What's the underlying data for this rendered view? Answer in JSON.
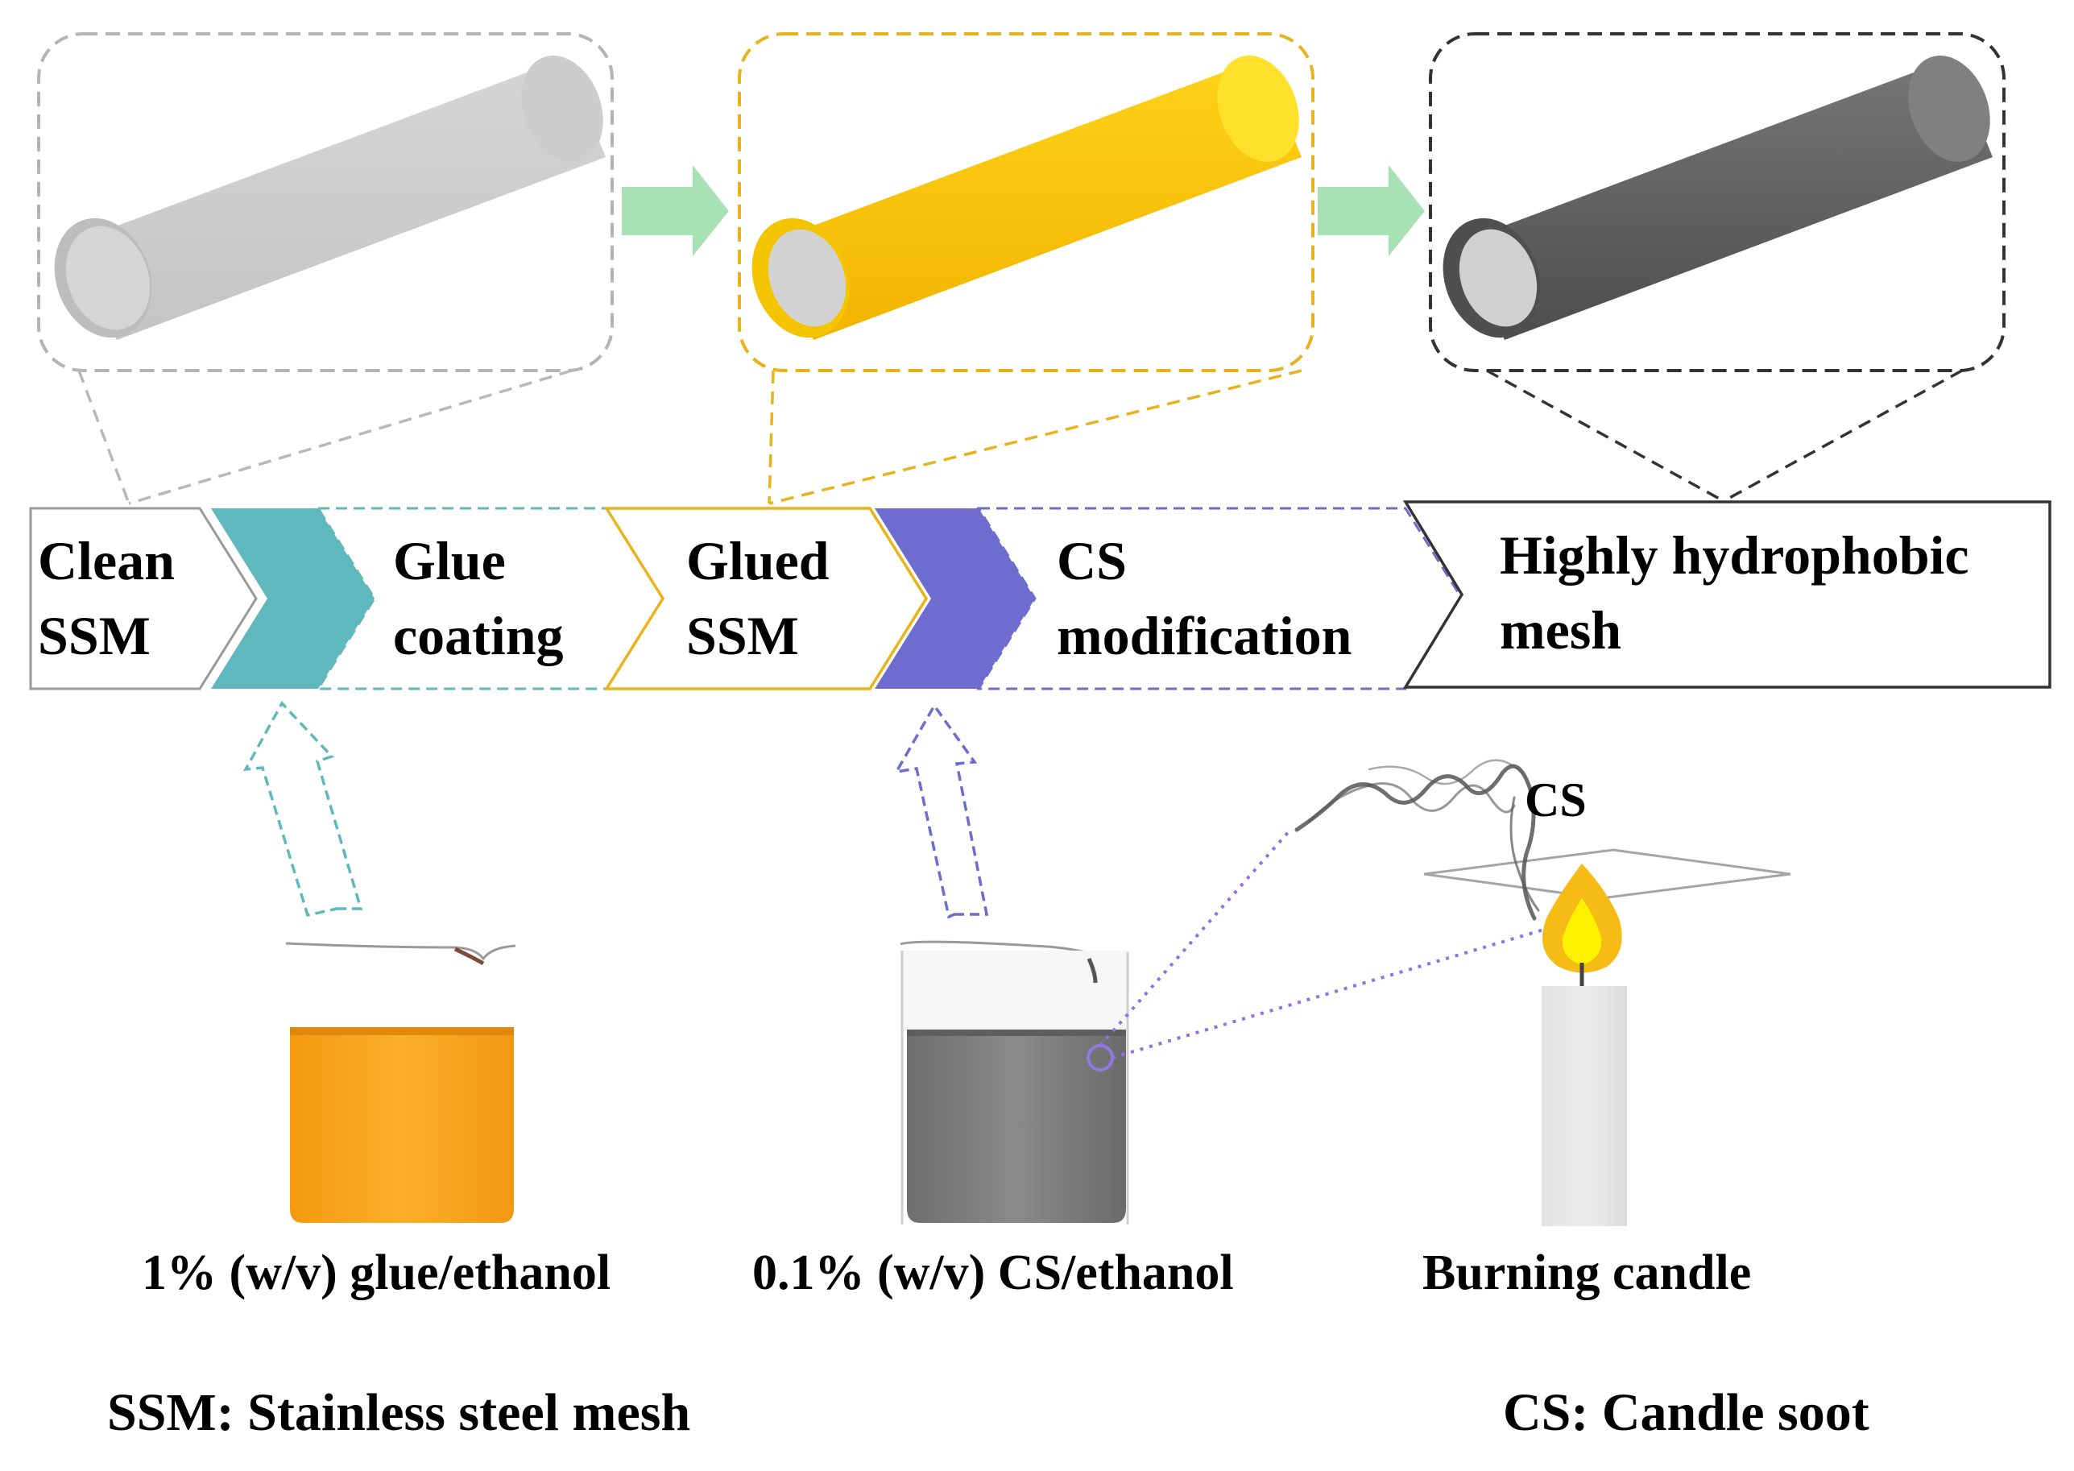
{
  "steps": {
    "clean_l1": "Clean",
    "clean_l2": "SSM",
    "glue_l1": "Glue",
    "glue_l2": "coating",
    "glued_l1": "Glued",
    "glued_l2": "SSM",
    "cs_l1": "CS",
    "cs_l2": "modification",
    "final_l1": "Highly hydrophobic",
    "final_l2": "mesh"
  },
  "materials": {
    "glue_solution": "1% (w/v) glue/ethanol",
    "cs_solution": "0.1% (w/v) CS/ethanol",
    "candle": "Burning candle",
    "cs_label": "CS"
  },
  "legend": {
    "ssm": "SSM: Stainless steel mesh",
    "cs": "CS: Candle soot"
  },
  "colors": {
    "clean": "#c8c8c8",
    "glue": "#f7c100",
    "glued_teal": "#5fb8bf",
    "cs_purple": "#6f6cd0",
    "final": "#555555",
    "arrow_green": "#a5e0b0",
    "glue_liquid": "#f7a21a",
    "cs_liquid": "#7f7f7f"
  }
}
